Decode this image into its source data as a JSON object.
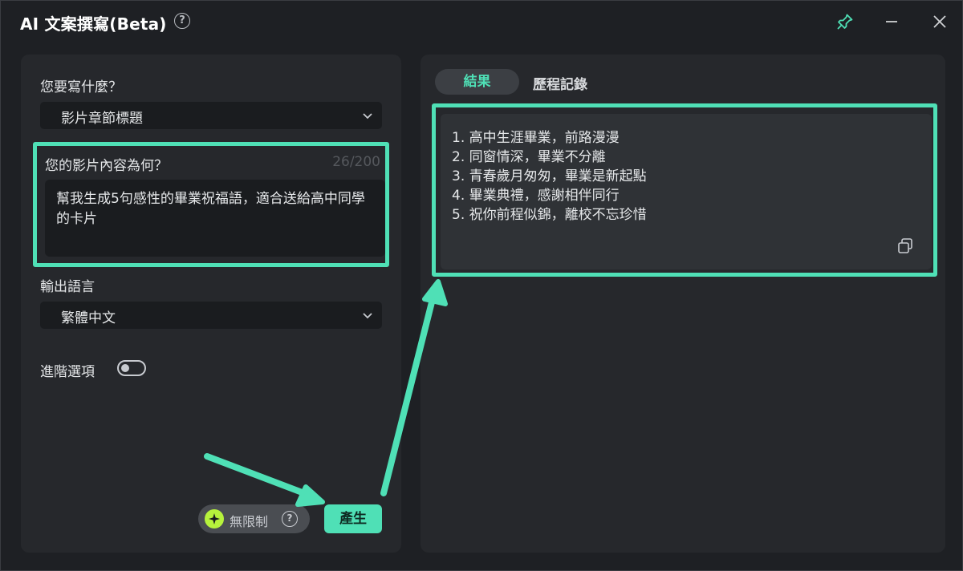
{
  "window": {
    "title": "AI 文案撰寫(Beta)",
    "icons": {
      "help": "help-circle-icon",
      "pin": "pin-icon",
      "minimize": "minimize-icon",
      "close": "close-icon"
    }
  },
  "form": {
    "what_label": "您要寫什麼？",
    "what_value": "影片章節標題",
    "content_label": "您的影片內容為何？",
    "content_counter": "26/200",
    "content_value": "幫我生成5句感性的畢業祝福語，適合送給高中同學的卡片",
    "language_label": "輸出語言",
    "language_value": "繁體中文",
    "advanced_label": "進階選項",
    "advanced_enabled": false,
    "unlimited_label": "無限制",
    "help_glyph": "?",
    "generate_label": "產生"
  },
  "results": {
    "tabs": [
      {
        "label": "結果",
        "active": true
      },
      {
        "label": "歷程記錄",
        "active": false
      }
    ],
    "lines": [
      "1. 高中生涯畢業，前路漫漫",
      "2. 同窗情深，畢業不分離",
      "3. 青春歲月匆匆，畢業是新起點",
      "4. 畢業典禮，感謝相伴同行",
      "5. 祝你前程似錦，離校不忘珍惜"
    ]
  },
  "colors": {
    "accent": "#4fe0b6",
    "background": "#1e2024",
    "panel": "#26282c",
    "spark": "#b6f23c"
  }
}
